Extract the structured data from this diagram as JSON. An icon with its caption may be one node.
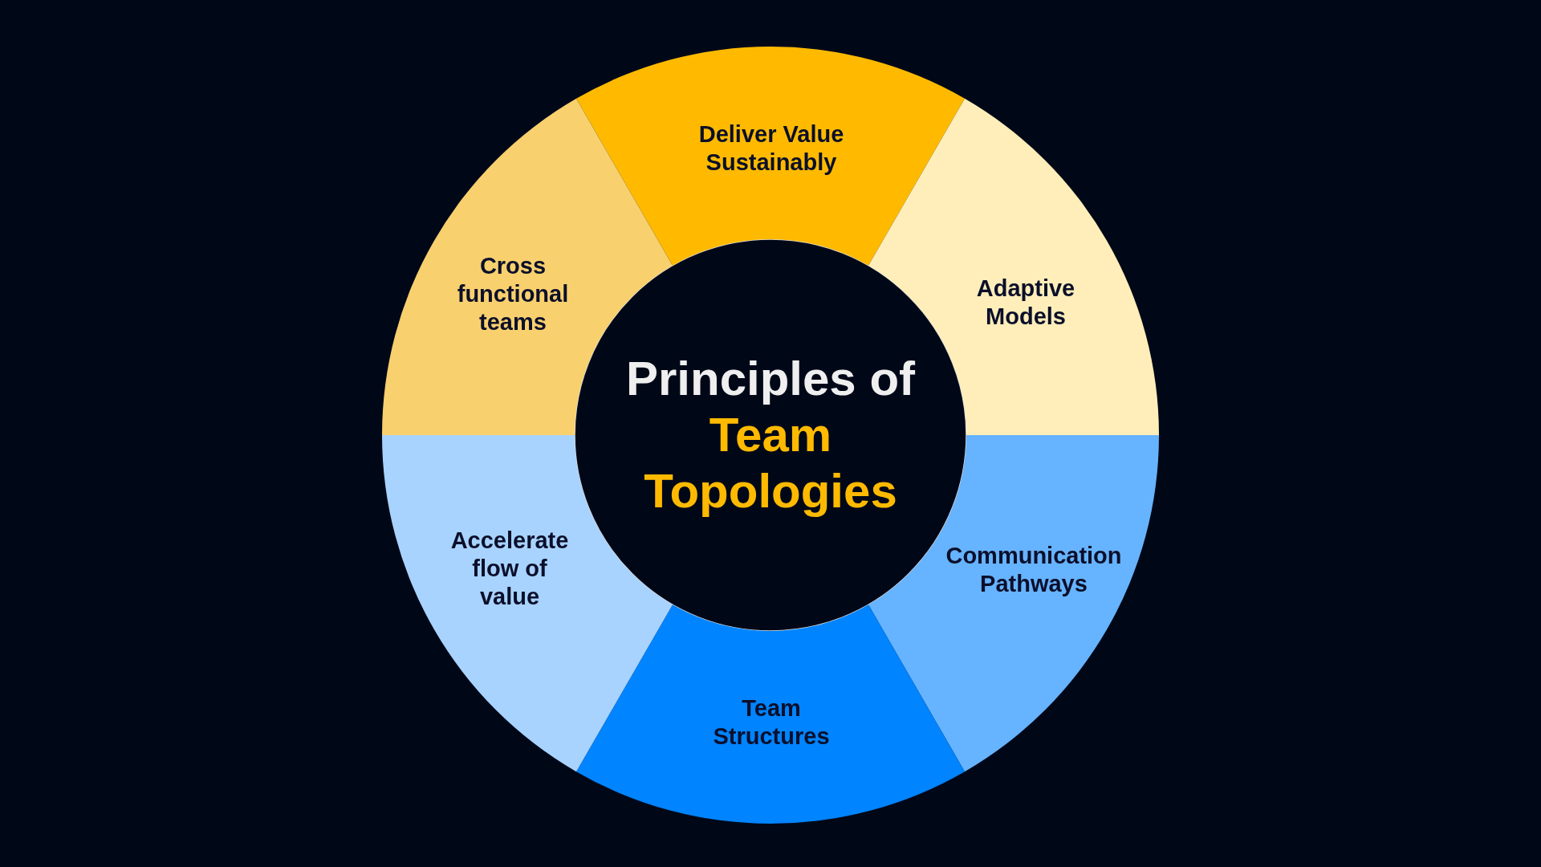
{
  "diagram": {
    "nodes": [
      {
        "text": [
          "Principles of",
          "Team Topologies"
        ]
      },
      {
        "text": [
          "Deliver Value Sustainably"
        ]
      },
      {
        "text": [
          "Adaptive Models"
        ]
      },
      {
        "text": [
          "Communication Pathways"
        ]
      },
      {
        "text": [
          "Team Structures"
        ]
      },
      {
        "text": [
          "Accelerate flow of value"
        ]
      },
      {
        "text": [
          "Cross functional teams"
        ]
      }
    ]
  }
}
